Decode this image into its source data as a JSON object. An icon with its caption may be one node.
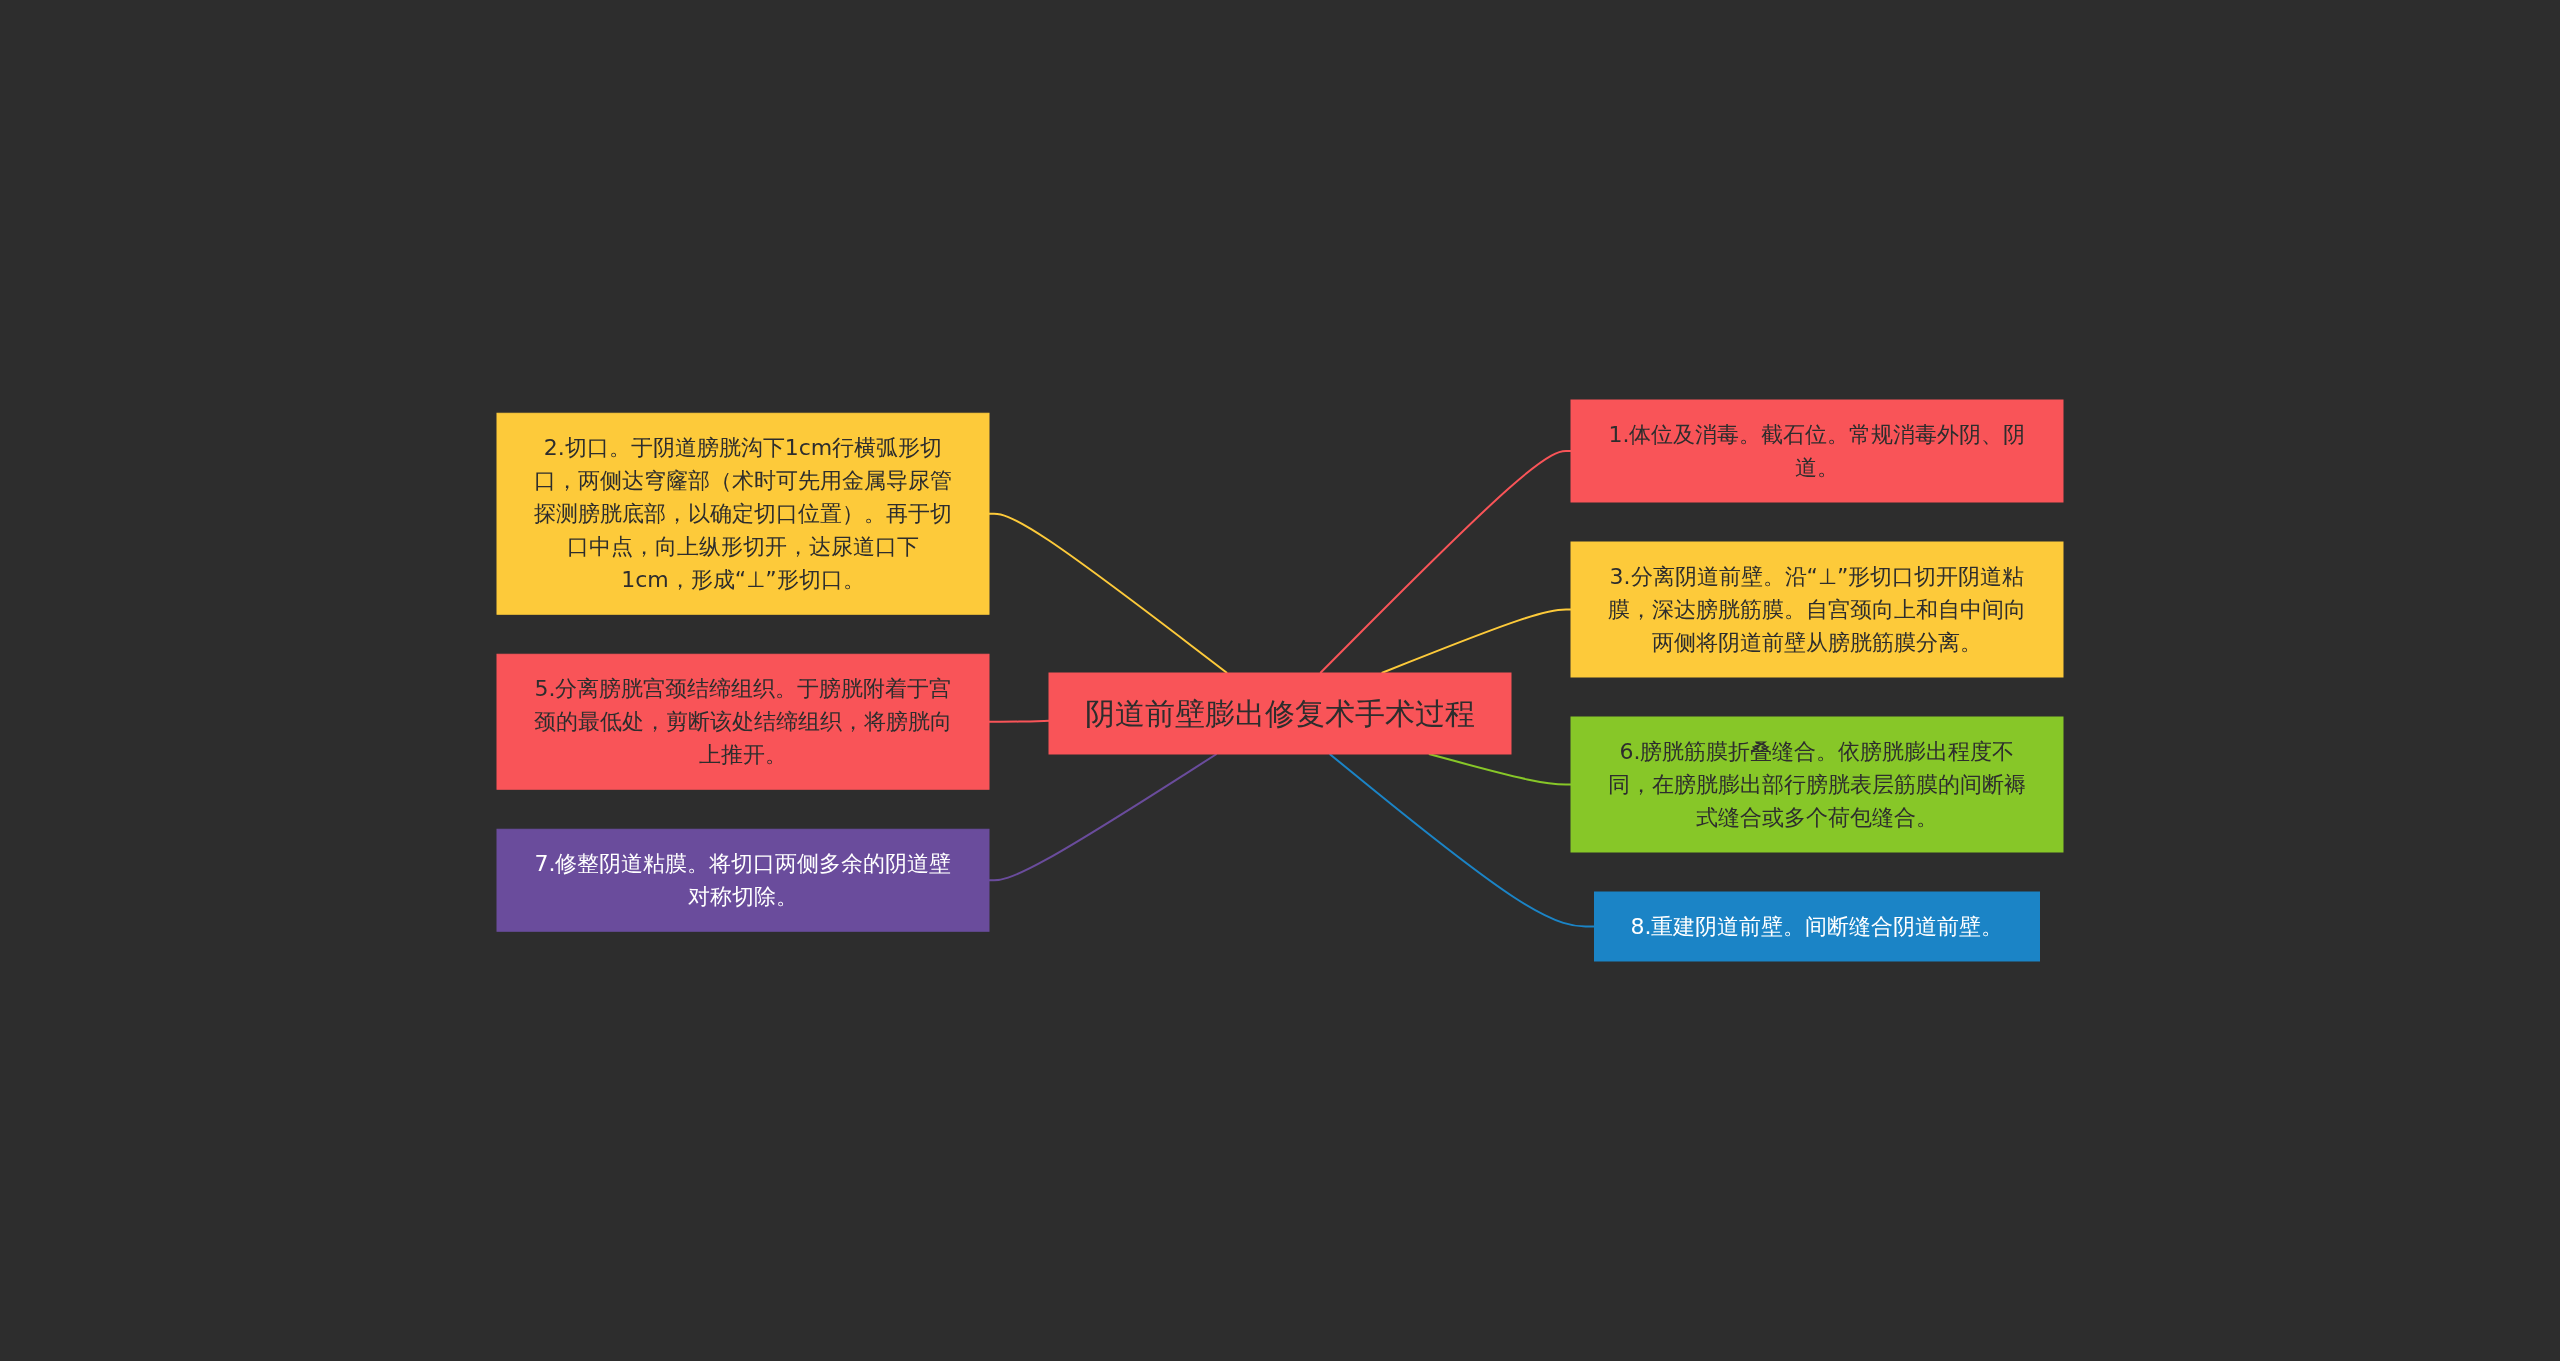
{
  "diagram": {
    "nodes": [
      {
        "text": [
          "阴道前壁膨出修复术手术过程"
        ]
      },
      {
        "text": [
          "1.体位及消毒。截石位。常规消毒外阴、阴道。"
        ]
      },
      {
        "text": [
          "2.切口。于阴道膀胱沟下1cm行横弧形切口，两侧达穹窿部（术时可先用金属导尿管探测膀胱底部，以确定切口位置）。再于切口中点，向上纵形切开，达尿道口下1cm，形成“⊥”形切口。"
        ]
      },
      {
        "text": [
          "3.分离阴道前壁。沿“⊥”形切口切开阴道粘膜，深达膀胱筋膜。自宫颈向上和自中间向两侧将阴道前壁从膀胱筋膜分离。"
        ]
      },
      {
        "text": [
          "5.分离膀胱宫颈结缔组织。于膀胱附着于宫颈的最低处，剪断该处结缔组织，将膀胱向上推开。"
        ]
      },
      {
        "text": [
          "6.膀胱筋膜折叠缝合。依膀胱膨出程度不同，在膀胱膨出部行膀胱表层筋膜的间断褥式缝合或多个荷包缝合。"
        ]
      },
      {
        "text": [
          "7.修整阴道粘膜。将切口两侧多余的阴道壁对称切除。"
        ]
      },
      {
        "text": [
          "8.重建阴道前壁。间断缝合阴道前壁。"
        ]
      }
    ],
    "edges": [
      {
        "from": 0,
        "to": 1,
        "arrow": "none",
        "color": "#f95458"
      },
      {
        "from": 0,
        "to": 2,
        "arrow": "none",
        "color": "#fdca3a"
      },
      {
        "from": 0,
        "to": 3,
        "arrow": "none",
        "color": "#fdca3a"
      },
      {
        "from": 0,
        "to": 4,
        "arrow": "none",
        "color": "#f95458"
      },
      {
        "from": 0,
        "to": 5,
        "arrow": "none",
        "color": "#87c728"
      },
      {
        "from": 0,
        "to": 6,
        "arrow": "none",
        "color": "#6a4c9c"
      },
      {
        "from": 0,
        "to": 7,
        "arrow": "none",
        "color": "#1b84c6"
      }
    ]
  }
}
